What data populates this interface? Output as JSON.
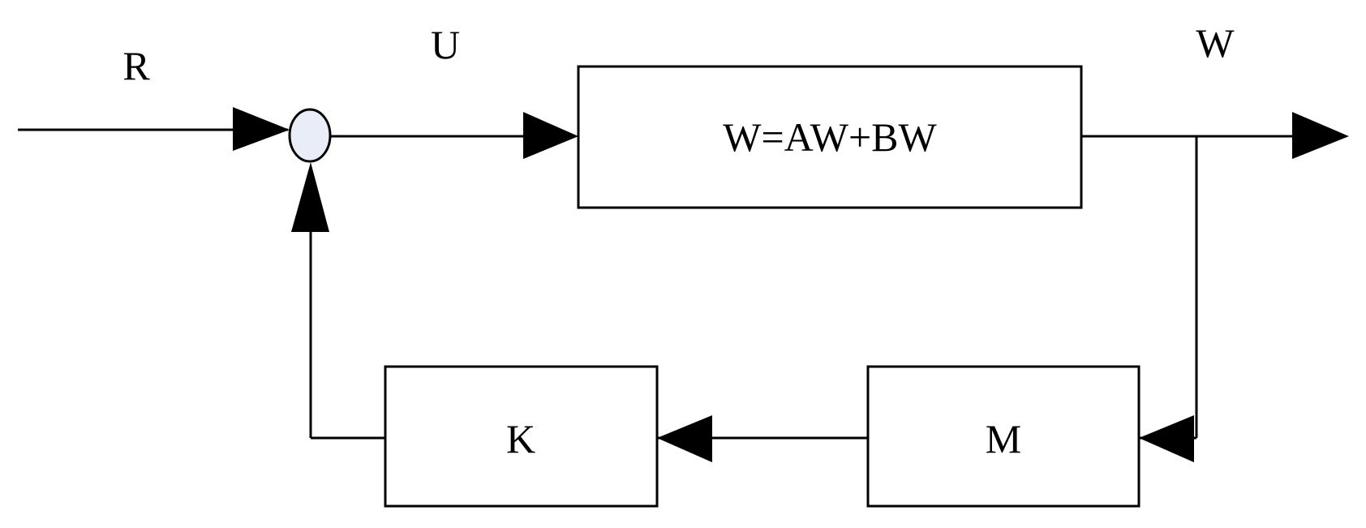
{
  "signals": {
    "reference": "R",
    "control": "U",
    "output": "W"
  },
  "blocks": {
    "plant": "W=AW+BW",
    "controller": "K",
    "measurement": "M"
  },
  "colors": {
    "line": "#000000",
    "summer_fill": "#e8edf7",
    "block_fill": "#ffffff"
  }
}
